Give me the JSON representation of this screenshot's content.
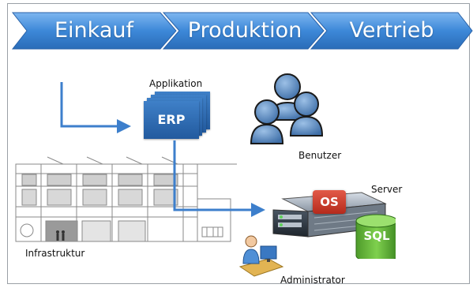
{
  "process": {
    "steps": [
      "Einkauf",
      "Produktion",
      "Vertrieb"
    ],
    "color": "#3d88d8"
  },
  "application": {
    "title": "Applikation",
    "name": "ERP",
    "color": "#2d6cb5"
  },
  "users": {
    "label": "Benutzer",
    "color": "#5f8fc4"
  },
  "server": {
    "label": "Server",
    "os_label": "OS",
    "db_label": "SQL",
    "os_color": "#d2402e",
    "db_color": "#5fb636"
  },
  "infrastructure": {
    "label": "Infrastruktur"
  },
  "administrator": {
    "label": "Administrator"
  },
  "arrow_color": "#3d7fcc"
}
